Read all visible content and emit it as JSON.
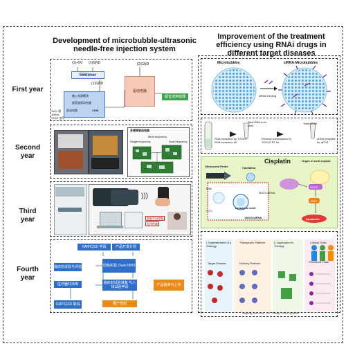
{
  "left_title": "Development of microbubble-ultrasonic needle-free injection system",
  "right_title": "Improvement of the treatment efficiency using RNAi drugs in different target diseases",
  "years": [
    "First year",
    "Second year",
    "Third year",
    "Fourth year"
  ],
  "year1": {
    "v5": "(1)+5V",
    "gnd1": "(1)GND",
    "timer": "555timer",
    "gnd2": "(1)GND",
    "v2gnd": "(2)GND",
    "block1": "输入电源模块",
    "block2": "超音波驱动电路",
    "block3": "驱动电路",
    "block4": "超音波换能器",
    "com": "COM",
    "side_label": "1kHz 到 40kHz\nSTAR 信号"
  },
  "year2": {
    "title": "多频率驱动电路",
    "l1": "Single frequency",
    "l2": "Multi frequency",
    "l3": "Dual frequency"
  },
  "year3": {
    "l1": "智能手机控制",
    "l2": "无线传输"
  },
  "year4": {
    "b1": "GMP/QSD 申请",
    "b2": "产品开发计划",
    "b3": "临床前试验与评估",
    "b4": "动物实验 Class I/II/III",
    "b5": "医疗器材法规",
    "b6": "临床前试验准备 与人体试验申请",
    "b7": "产品核准与上市",
    "b8": "GMP/QSD 取得",
    "b9": "量产规划"
  },
  "r1": {
    "left": "Microbubbles",
    "right": "siRNA-Microbubbles",
    "mid": "siRNA binding"
  },
  "r2": {
    "a": "RNA extraction by TOOLS RNA extraction kit",
    "b": "Total RNA from cells",
    "c": "Reverse transcription by TOOLS RT kit",
    "d": "Total cDNA",
    "e": "cDNA template for qPCR"
  },
  "r3": {
    "cisplatin": "Cisplatin",
    "organ": "Organ of corti explant",
    "probe": "Ultrasound Probe",
    "cav": "Cavitation",
    "mbs": "MBs",
    "nox3": "NOX3-siRNA",
    "shell": "Lysozyme shell",
    "nox3b": "NOX3-siRNA",
    "c3f8": "C₃F₈",
    "nox3c": "NOX3",
    "ros": "ROS",
    "apoptosis": "Apoptosis"
  },
  "r4": {
    "c1": "I. Establishment of a Strategy",
    "c2": "Therapeutic Platform",
    "c3": "II. Application in Therapy",
    "c4": "Clinical Trials",
    "s1": "Target Disease",
    "s2": "Delivery Platform",
    "s3": "Preclinical Trials",
    "credit": "Hagang Shu et al., Sci. Therap. 2018, 9(9)565"
  }
}
